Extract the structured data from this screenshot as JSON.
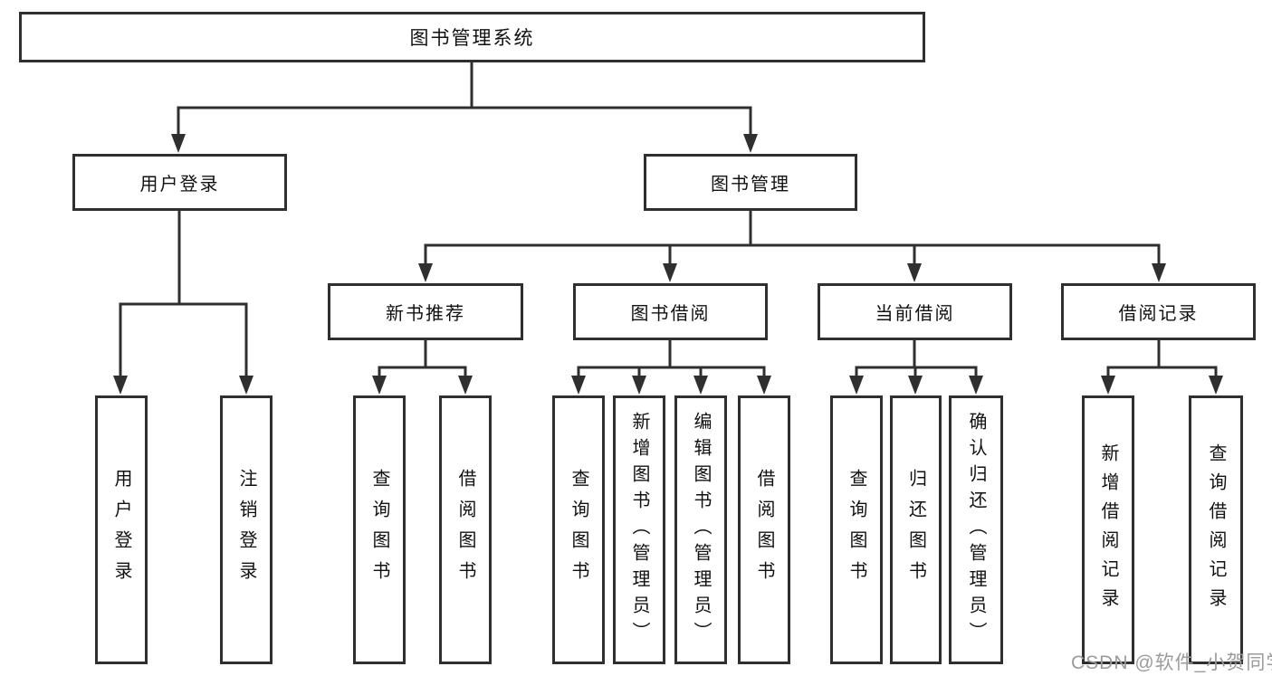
{
  "diagram": {
    "root": "图书管理系统",
    "branches": [
      {
        "label": "用户登录",
        "children": [
          {
            "label": "用户登录"
          },
          {
            "label": "注销登录"
          }
        ]
      },
      {
        "label": "图书管理",
        "children": [
          {
            "label": "新书推荐",
            "children": [
              {
                "label": "查询图书"
              },
              {
                "label": "借阅图书"
              }
            ]
          },
          {
            "label": "图书借阅",
            "children": [
              {
                "label": "查询图书"
              },
              {
                "label": "新增图书（管理员）"
              },
              {
                "label": "编辑图书（管理员）"
              },
              {
                "label": "借阅图书"
              }
            ]
          },
          {
            "label": "当前借阅",
            "children": [
              {
                "label": "查询图书"
              },
              {
                "label": "归还图书"
              },
              {
                "label": "确认归还（管理员）"
              }
            ]
          },
          {
            "label": "借阅记录",
            "children": [
              {
                "label": "新增借阅记录"
              },
              {
                "label": "查询借阅记录"
              }
            ]
          }
        ]
      }
    ],
    "colors": {
      "line": "#2f2f2f",
      "text": "#111111",
      "background": "#ffffff",
      "watermark": "#9b9b9b"
    }
  },
  "watermark": {
    "text": "CSDN @软件_小贺同学"
  }
}
